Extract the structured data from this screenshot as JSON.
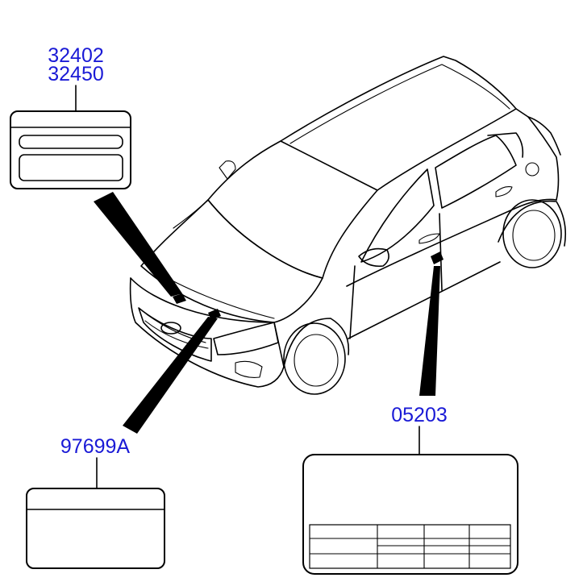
{
  "callouts": {
    "hood_label_part_1": "32402",
    "hood_label_part_2": "32450",
    "front_label_part": "97699A",
    "door_label_part": "05203"
  },
  "colors": {
    "part_number": "#1a1ad6",
    "line_art": "#000000",
    "background": "#ffffff"
  }
}
